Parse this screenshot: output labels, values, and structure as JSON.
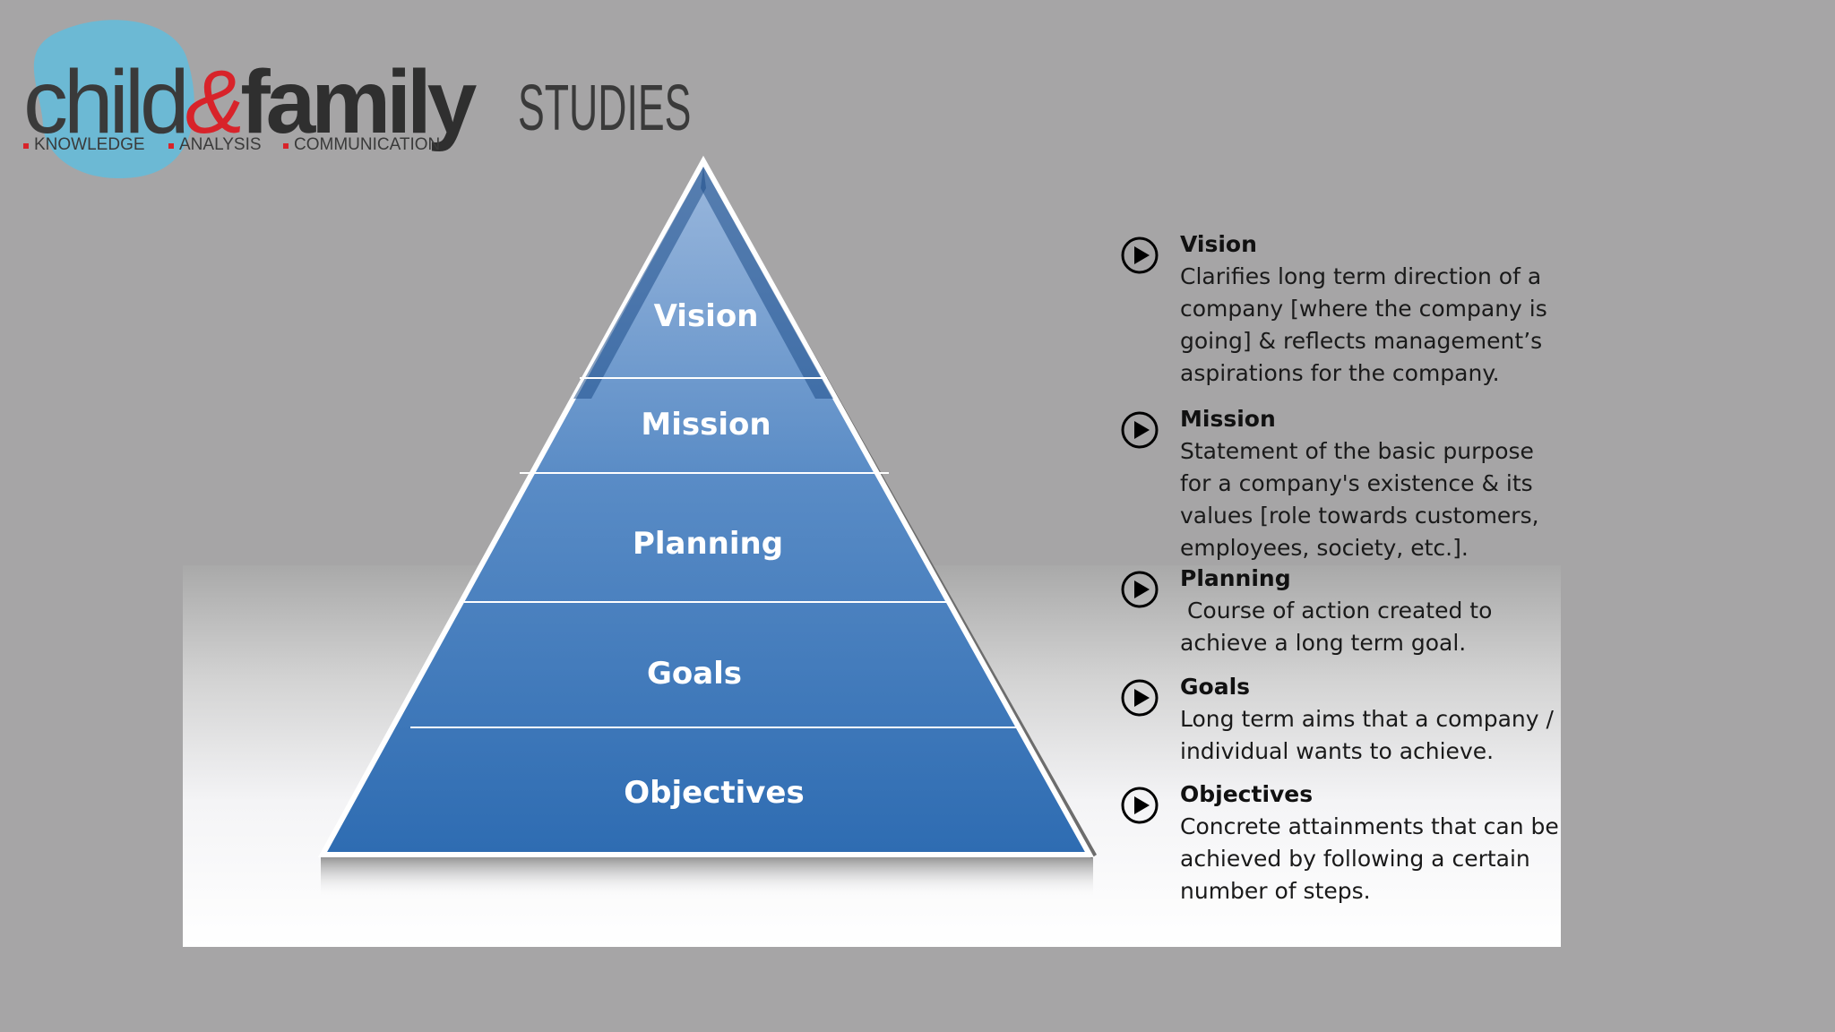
{
  "logo": {
    "name_part1": "child",
    "ampersand": "&",
    "name_part2": "family",
    "name_part3": "STUDIES",
    "tagline": [
      "KNOWLEDGE",
      "ANALYSIS",
      "COMMUNICATION"
    ]
  },
  "pyramid": {
    "levels": [
      "Vision",
      "Mission",
      "Planning",
      "Goals",
      "Objectives"
    ]
  },
  "definitions": [
    {
      "title": "Vision",
      "lines": [
        "Clarifies long term direction of a",
        "company [where the company is",
        "going] & reflects management’s",
        "aspirations for the company."
      ]
    },
    {
      "title": "Mission",
      "lines": [
        "Statement of the basic purpose",
        "for a company's existence & its",
        "values [role towards customers,",
        "employees, society, etc.]."
      ]
    },
    {
      "title": "Planning",
      "lines": [
        " Course of action created to",
        "achieve a long term goal."
      ]
    },
    {
      "title": "Goals",
      "lines": [
        "Long term aims that a company /",
        "individual wants to achieve."
      ]
    },
    {
      "title": "Objectives",
      "lines": [
        "Concrete attainments that can be",
        "achieved by following a certain",
        "number of steps."
      ]
    }
  ],
  "colors": {
    "background": "#a6a5a6",
    "pyramid_top": "#93b1d8",
    "pyramid_bottom": "#2e6cb2",
    "logo_blob": "#6cb9d4",
    "logo_red": "#d8232a"
  },
  "icons": {
    "bullet": "play-circle-icon"
  }
}
